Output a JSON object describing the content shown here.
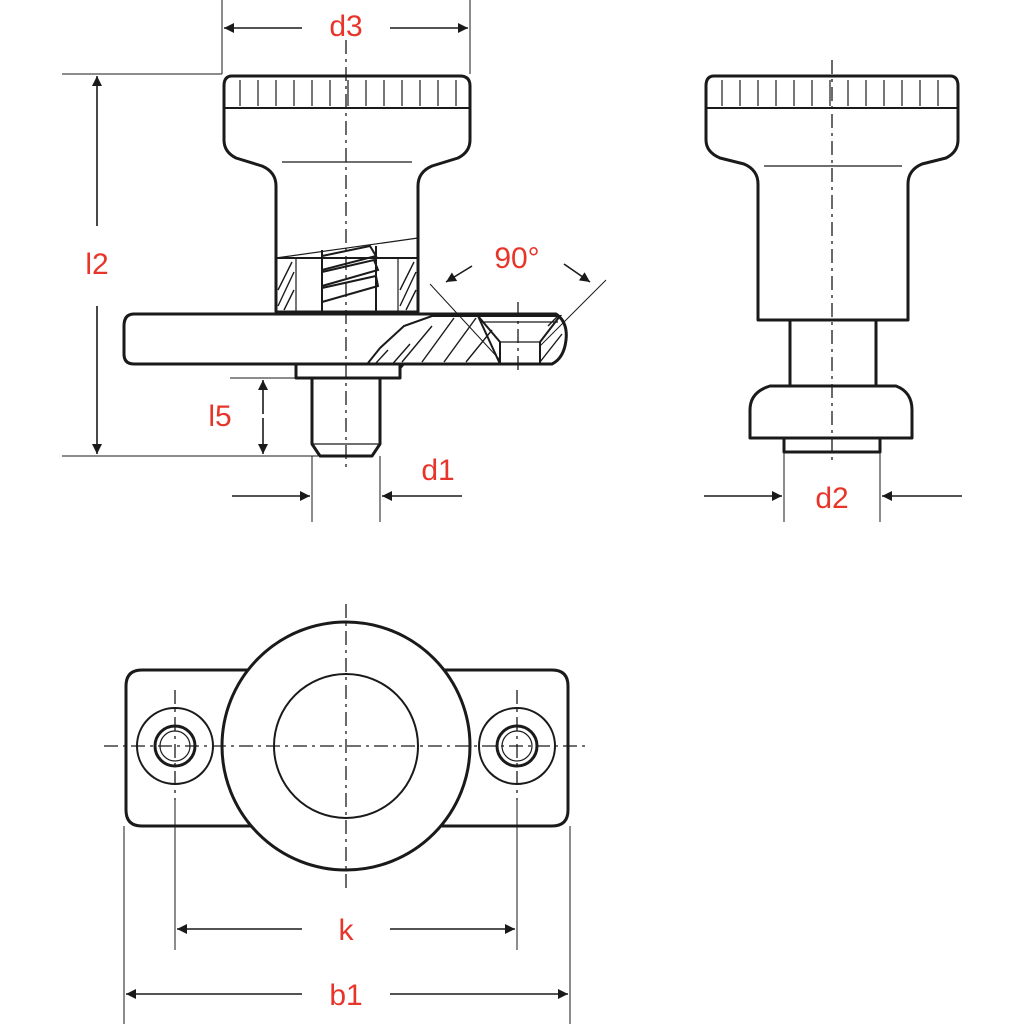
{
  "colors": {
    "label": "#e8352a",
    "line": "#1a1a1a",
    "background": "#ffffff"
  },
  "labels": {
    "d3": "d3",
    "l2": "l2",
    "angle": "90°",
    "l5": "l5",
    "d1": "d1",
    "d2": "d2",
    "k": "k",
    "b1": "b1"
  }
}
